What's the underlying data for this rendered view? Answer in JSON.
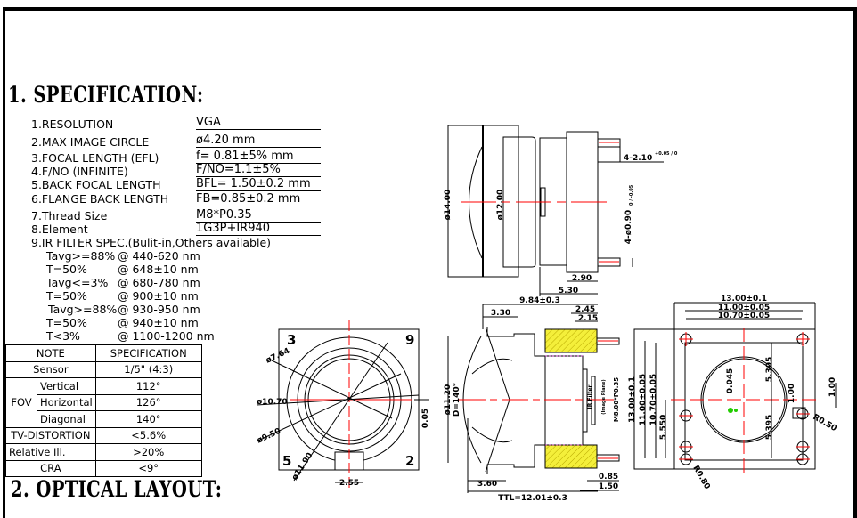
{
  "section1_title": "1. SPECIFICATION:",
  "section2_title": "2. OPTICAL LAYOUT:",
  "specs": [
    {
      "label": "1.RESOLUTION",
      "value": "VGA"
    },
    {
      "label": "2.MAX IMAGE CIRCLE",
      "value": "ø4.20  mm"
    },
    {
      "label": "3.FOCAL LENGTH (EFL)",
      "value": "f= 0.81±5%  mm"
    },
    {
      "label": "4.F/NO (INFINITE)",
      "value": "F/NO=1.1±5%"
    },
    {
      "label": "5.BACK FOCAL LENGTH",
      "value": "BFL= 1.50±0.2 mm"
    },
    {
      "label": "6.FLANGE BACK LENGTH",
      "value": "FB=0.85±0.2 mm"
    },
    {
      "label": "7.Thread Size",
      "value": "M8*P0.35"
    },
    {
      "label": "8.Element",
      "value": "1G3P+IR940"
    }
  ],
  "ir_filter": {
    "title": "9.IR FILTER SPEC.(Bulit-in,Others available)",
    "rows": [
      {
        "cond": "Tavg>=88%",
        "range": "@ 440-620 nm"
      },
      {
        "cond": "T=50%",
        "range": "@ 648±10 nm"
      },
      {
        "cond": "Tavg<=3%",
        "range": "@ 680-780 nm"
      },
      {
        "cond": "T=50%",
        "range": "@ 900±10 nm"
      },
      {
        "cond": "Tavg>=88%",
        "range": "@ 930-950 nm"
      },
      {
        "cond": "T=50%",
        "range": "@ 940±10 nm"
      },
      {
        "cond": "T<3%",
        "range": "@ 1100-1200 nm"
      }
    ]
  },
  "table": {
    "headers": [
      "NOTE",
      "SPECIFICATION"
    ],
    "sensor": {
      "label": "Sensor",
      "value": "1/5\" (4:3)"
    },
    "fov": {
      "label": "FOV",
      "rows": [
        {
          "label": "Vertical",
          "value": "112°"
        },
        {
          "label": "Horizontal",
          "value": "126°"
        },
        {
          "label": "Diagonal",
          "value": "140°"
        }
      ]
    },
    "distortion": {
      "label": "TV-DISTORTION",
      "value": "<5.6%"
    },
    "relative": {
      "label": "Relative Ill.",
      "value": ">20%"
    },
    "cra": {
      "label": "CRA",
      "value": "<9°"
    }
  },
  "side_view": {
    "d14": "ø14.00",
    "d12": "ø12.00",
    "pin_len": "4-2.10",
    "pin_len_tol": "+0.05 / 0",
    "pin_dia": "4-ø0.90",
    "pin_dia_tol": "0 / -0.05",
    "w290": "2.90",
    "w530": "5.30"
  },
  "section_view": {
    "total": "9.84±0.3",
    "w330": "3.30",
    "w245": "2.45",
    "w215": "2.15",
    "d1120": "ø11.20",
    "dfov": "D=140°",
    "ir_filter": "IR Filter",
    "image_plane": "(Image Plane)",
    "thread": "M8.00*P0.35",
    "w085": "0.85",
    "w150": "1.50",
    "w360": "3.60",
    "ttl": "TTL=12.01±0.3"
  },
  "front_view": {
    "corners": [
      "3",
      "9",
      "5",
      "2"
    ],
    "d764": "ø7.64",
    "d1070": "ø10.70",
    "d950": "ø9.50",
    "d1190": "ø11.90",
    "off005": "0.05",
    "w255": "2.55"
  },
  "bottom_view": {
    "w1300": "13.00±0.1",
    "w1100": "11.00±0.05",
    "w1070": "10.70±0.05",
    "h1300": "13.00±0.1",
    "h1100": "11.00±0.05",
    "h1070": "10.70±0.05",
    "h5550": "5.550",
    "off045": "0.045",
    "h5305": "5.305",
    "h5395": "5.395",
    "h100a": "1.00",
    "h100b": "1.00",
    "r050": "R0.50",
    "r080": "R0.80"
  },
  "colors": {
    "center_line": "#ff0000",
    "hatch": "#f4ef3a",
    "optical_center": "#22cc00"
  }
}
